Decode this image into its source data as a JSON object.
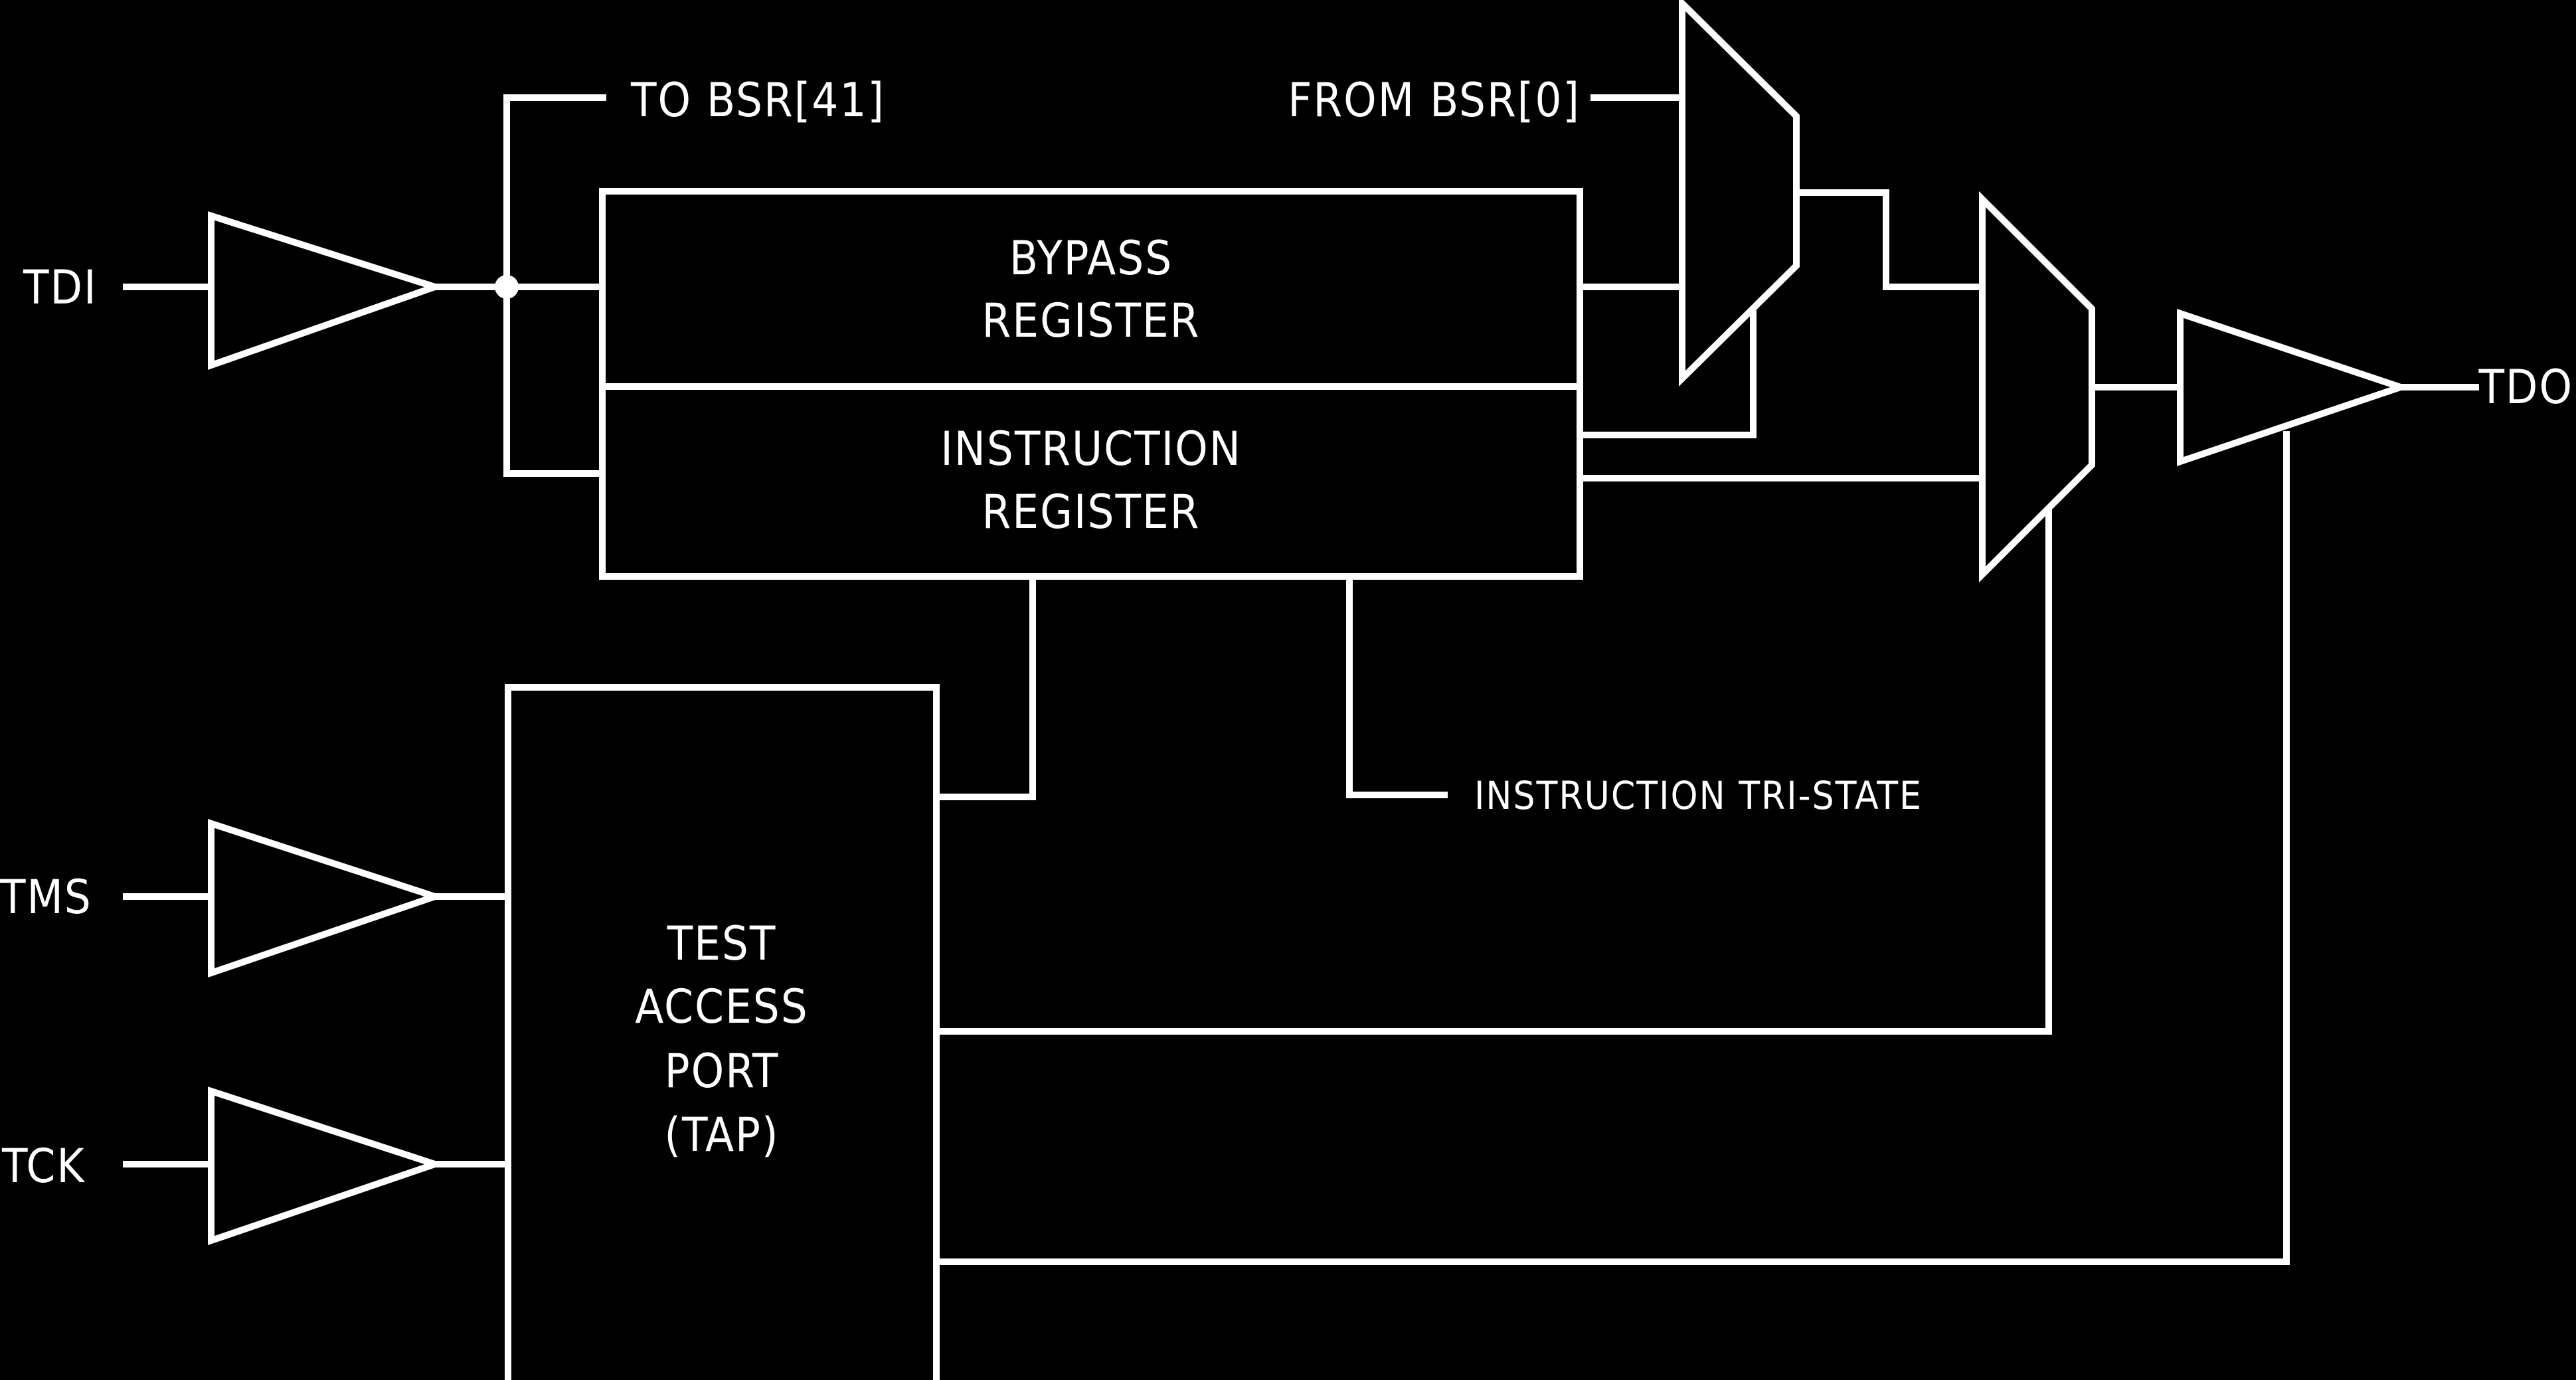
{
  "pins": {
    "tdi": "TDI",
    "tms": "TMS",
    "tck": "TCK",
    "tdo": "TDO"
  },
  "signals": {
    "to_bsr": "TO BSR[41]",
    "from_bsr": "FROM BSR[0]",
    "instruction_tristate": "INSTRUCTION TRI-STATE"
  },
  "blocks": {
    "bypass_register": [
      "BYPASS",
      "REGISTER"
    ],
    "instruction_register": [
      "INSTRUCTION",
      "REGISTER"
    ],
    "tap": [
      "TEST",
      "ACCESS",
      "PORT",
      "(TAP)"
    ]
  },
  "colors": {
    "background": "#000000",
    "foreground": "#ffffff"
  }
}
